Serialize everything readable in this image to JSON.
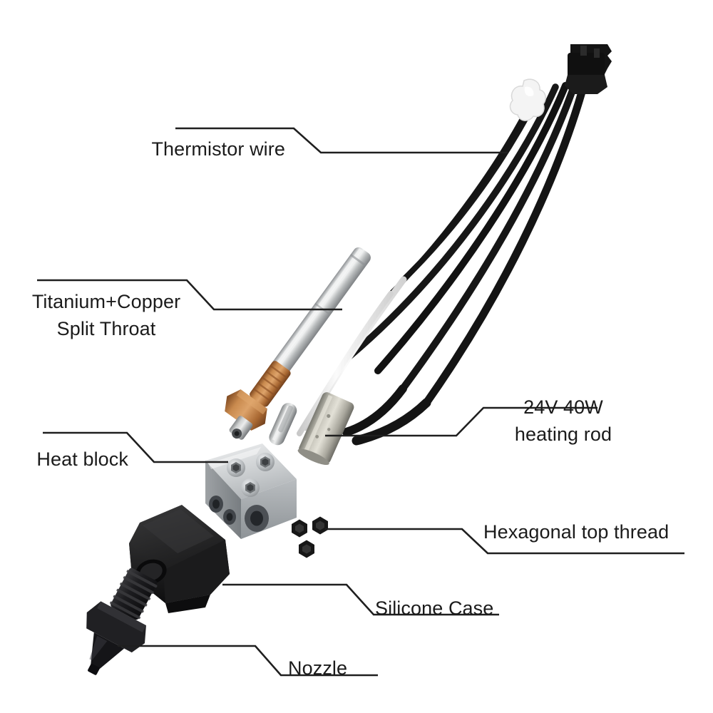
{
  "diagram": {
    "title": "3D printer hotend exploded view",
    "background_color": "#ffffff",
    "leader_line_color": "#1f1f1f",
    "text_color": "#1b1b1b"
  },
  "labels": [
    {
      "id": "thermistor-wire",
      "text": "Thermistor wire",
      "lines": [
        "Thermistor wire"
      ]
    },
    {
      "id": "split-throat",
      "text": "Titanium+Copper Split Throat",
      "lines": [
        "Titanium+Copper",
        "Split Throat"
      ]
    },
    {
      "id": "heat-block",
      "text": "Heat block",
      "lines": [
        "Heat block"
      ]
    },
    {
      "id": "heating-rod",
      "text": "24V 40W heating rod",
      "lines": [
        "24V 40W",
        "heating rod"
      ]
    },
    {
      "id": "hex-top-thread",
      "text": "Hexagonal top thread",
      "lines": [
        "Hexagonal top thread"
      ]
    },
    {
      "id": "silicone-case",
      "text": "Silicone Case",
      "lines": [
        "Silicone Case"
      ]
    },
    {
      "id": "nozzle",
      "text": "Nozzle",
      "lines": [
        "Nozzle"
      ]
    }
  ],
  "parts": {
    "black_connector": {
      "name": "black JST connector",
      "color": "#161616"
    },
    "white_connector": {
      "name": "white 2-pin connector",
      "color": "#f2f2f2"
    },
    "wires": {
      "name": "black silicone wires",
      "color": "#151515",
      "count": 4
    },
    "thermistor_probe": {
      "name": "thermistor probe",
      "color": "#b9bbbd"
    },
    "heating_rod": {
      "name": "24V 40W cartridge heater",
      "color": "#b7b5ad"
    },
    "throat_tube": {
      "name": "titanium throat tube",
      "color": "#a9aaa8"
    },
    "throat_copper": {
      "name": "copper throat section",
      "color": "#b4743c"
    },
    "heat_block": {
      "name": "aluminium heat block",
      "color": "#bfc2c4"
    },
    "silicone_sock": {
      "name": "silicone case sock",
      "color": "#1a1a1a"
    },
    "nozzle": {
      "name": "brass nozzle (black coated)",
      "color": "#1c1c1c"
    },
    "hex_screws": {
      "name": "hexagonal top thread screws",
      "color": "#141414",
      "count": 3
    }
  }
}
